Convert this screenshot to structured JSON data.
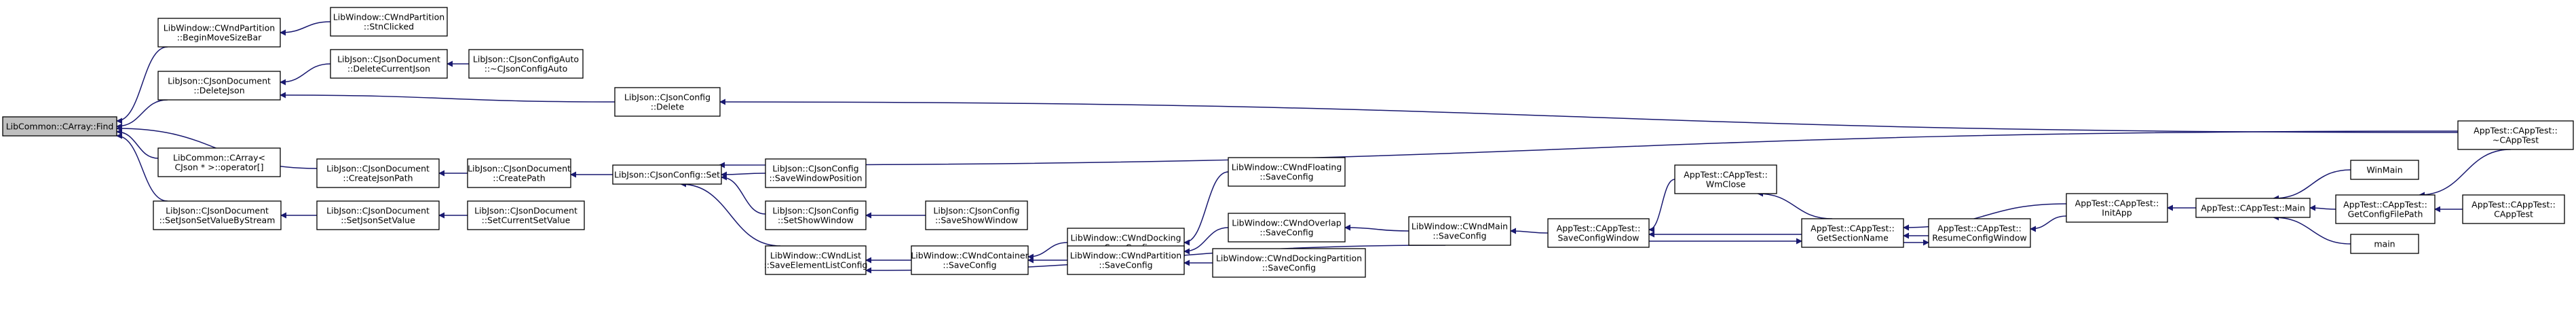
{
  "graph": {
    "root": "n0",
    "nodes": [
      {
        "id": "n0",
        "lines": [
          "LibCommon::CArray::Find"
        ]
      },
      {
        "id": "n1",
        "lines": [
          "LibWindow::CWndPartition",
          "::BeginMoveSizeBar"
        ]
      },
      {
        "id": "n2",
        "lines": [
          "LibWindow::CWndPartition",
          "::StnClicked"
        ]
      },
      {
        "id": "n3",
        "lines": [
          "LibJson::CJsonDocument",
          "::DeleteJson"
        ]
      },
      {
        "id": "n4",
        "lines": [
          "LibJson::CJsonDocument",
          "::DeleteCurrentJson"
        ]
      },
      {
        "id": "n5",
        "lines": [
          "LibJson::CJsonConfigAuto",
          "::~CJsonConfigAuto"
        ]
      },
      {
        "id": "n6",
        "lines": [
          "LibJson::CJsonConfig",
          "::Delete"
        ]
      },
      {
        "id": "n7",
        "lines": [
          "AppTest::CAppTest::",
          "~CAppTest"
        ]
      },
      {
        "id": "n8",
        "lines": [
          "LibCommon::CArray<",
          " CJson * >::operator[]"
        ]
      },
      {
        "id": "n9",
        "lines": [
          "LibJson::CJsonDocument",
          "::CreateJsonPath"
        ]
      },
      {
        "id": "n10",
        "lines": [
          "LibJson::CJsonDocument",
          "::CreatePath"
        ]
      },
      {
        "id": "n11",
        "lines": [
          "LibJson::CJsonConfig::Set"
        ]
      },
      {
        "id": "n12",
        "lines": [
          "LibJson::CJsonConfig",
          "::SaveWindowPosition"
        ]
      },
      {
        "id": "n13",
        "lines": [
          "LibJson::CJsonConfig",
          "::SetShowWindow"
        ]
      },
      {
        "id": "n14",
        "lines": [
          "LibJson::CJsonConfig",
          "::SaveShowWindow"
        ]
      },
      {
        "id": "n15",
        "lines": [
          "LibJson::CJsonDocument",
          "::SetJsonSetValueByStream"
        ]
      },
      {
        "id": "n16",
        "lines": [
          "LibJson::CJsonDocument",
          "::SetJsonSetValue"
        ]
      },
      {
        "id": "n17",
        "lines": [
          "LibJson::CJsonDocument",
          "::SetCurrentSetValue"
        ]
      },
      {
        "id": "n18",
        "lines": [
          "LibWindow::CWndList",
          "::SaveElementListConfig"
        ]
      },
      {
        "id": "n19",
        "lines": [
          "LibWindow::CWndContainer",
          "::SaveConfig"
        ]
      },
      {
        "id": "n20",
        "lines": [
          "LibWindow::CWndDocking",
          "::SaveConfig"
        ]
      },
      {
        "id": "n21",
        "lines": [
          "LibWindow::CWndFloating",
          "::SaveConfig"
        ]
      },
      {
        "id": "n22",
        "lines": [
          "LibWindow::CWndPartition",
          "::SaveConfig"
        ]
      },
      {
        "id": "n23",
        "lines": [
          "LibWindow::CWndOverlap",
          "::SaveConfig"
        ]
      },
      {
        "id": "n24",
        "lines": [
          "LibWindow::CWndDockingPartition",
          "::SaveConfig"
        ]
      },
      {
        "id": "n25",
        "lines": [
          "LibWindow::CWndMain",
          "::SaveConfig"
        ]
      },
      {
        "id": "n26",
        "lines": [
          "AppTest::CAppTest::",
          "SaveConfigWindow"
        ]
      },
      {
        "id": "n27",
        "lines": [
          "AppTest::CAppTest::",
          "WmClose"
        ]
      },
      {
        "id": "n28",
        "lines": [
          "AppTest::CAppTest::",
          "GetSectionName"
        ]
      },
      {
        "id": "n29",
        "lines": [
          "AppTest::CAppTest::",
          "ResumeConfigWindow"
        ]
      },
      {
        "id": "n30",
        "lines": [
          "AppTest::CAppTest::",
          "InitApp"
        ]
      },
      {
        "id": "n31",
        "lines": [
          "AppTest::CAppTest::Main"
        ]
      },
      {
        "id": "n32",
        "lines": [
          "WinMain"
        ]
      },
      {
        "id": "n33",
        "lines": [
          "main"
        ]
      },
      {
        "id": "n34",
        "lines": [
          "AppTest::CAppTest::",
          "GetConfigFilePath"
        ]
      },
      {
        "id": "n35",
        "lines": [
          "AppTest::CAppTest::",
          "CAppTest"
        ]
      }
    ],
    "edges": [
      {
        "id": "e0",
        "from": "n1",
        "to": "n0"
      },
      {
        "id": "e1",
        "from": "n3",
        "to": "n0"
      },
      {
        "id": "e2",
        "from": "n8",
        "to": "n0"
      },
      {
        "id": "e3",
        "from": "n9",
        "to": "n0"
      },
      {
        "id": "e4",
        "from": "n15",
        "to": "n0"
      },
      {
        "id": "e5",
        "from": "n2",
        "to": "n1"
      },
      {
        "id": "e6",
        "from": "n4",
        "to": "n3"
      },
      {
        "id": "e7",
        "from": "n6",
        "to": "n3"
      },
      {
        "id": "e8",
        "from": "n5",
        "to": "n4"
      },
      {
        "id": "e9",
        "from": "n7",
        "to": "n6"
      },
      {
        "id": "e10",
        "from": "n10",
        "to": "n9"
      },
      {
        "id": "e11",
        "from": "n11",
        "to": "n10"
      },
      {
        "id": "e12",
        "from": "n7",
        "to": "n11"
      },
      {
        "id": "e13",
        "from": "n12",
        "to": "n11"
      },
      {
        "id": "e14",
        "from": "n13",
        "to": "n11"
      },
      {
        "id": "e15",
        "from": "n18",
        "to": "n11"
      },
      {
        "id": "e16",
        "from": "n14",
        "to": "n13"
      },
      {
        "id": "e17",
        "from": "n16",
        "to": "n15"
      },
      {
        "id": "e18",
        "from": "n17",
        "to": "n16"
      },
      {
        "id": "e19",
        "from": "n19",
        "to": "n18"
      },
      {
        "id": "e20",
        "from": "n25",
        "to": "n18"
      },
      {
        "id": "e21",
        "from": "n20",
        "to": "n19"
      },
      {
        "id": "e22",
        "from": "n22",
        "to": "n19"
      },
      {
        "id": "e23",
        "from": "n21",
        "to": "n20"
      },
      {
        "id": "e24",
        "from": "n23",
        "to": "n22"
      },
      {
        "id": "e25",
        "from": "n24",
        "to": "n22"
      },
      {
        "id": "e26",
        "from": "n25",
        "to": "n23"
      },
      {
        "id": "e27",
        "from": "n26",
        "to": "n25"
      },
      {
        "id": "e28",
        "from": "n27",
        "to": "n26"
      },
      {
        "id": "e29",
        "from": "n28",
        "to": "n26"
      },
      {
        "id": "e30",
        "from": "n26",
        "to": "n28"
      },
      {
        "id": "e31",
        "from": "n28",
        "to": "n27"
      },
      {
        "id": "e32",
        "from": "n29",
        "to": "n28"
      },
      {
        "id": "e33",
        "from": "n30",
        "to": "n28"
      },
      {
        "id": "e34",
        "from": "n28",
        "to": "n29"
      },
      {
        "id": "e35",
        "from": "n30",
        "to": "n29"
      },
      {
        "id": "e36",
        "from": "n31",
        "to": "n30"
      },
      {
        "id": "e37",
        "from": "n32",
        "to": "n31"
      },
      {
        "id": "e38",
        "from": "n33",
        "to": "n31"
      },
      {
        "id": "e39",
        "from": "n34",
        "to": "n31"
      },
      {
        "id": "e40",
        "from": "n7",
        "to": "n34"
      },
      {
        "id": "e41",
        "from": "n35",
        "to": "n34"
      }
    ]
  },
  "colors": {
    "edge": "#191970",
    "root_fill": "#bfbfbf",
    "node_fill": "#ffffff",
    "node_border": "#000000"
  }
}
